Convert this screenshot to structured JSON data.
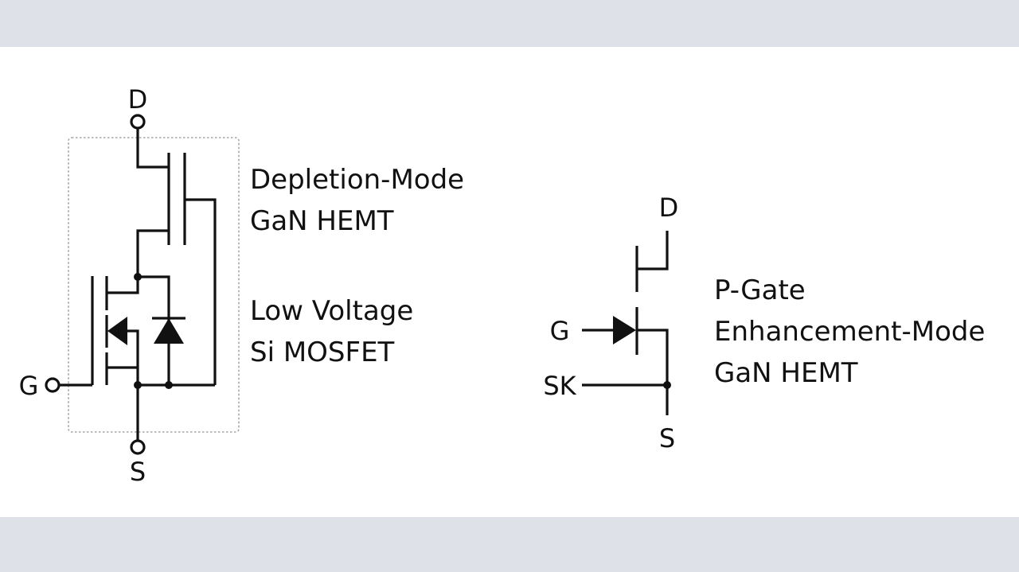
{
  "colors": {
    "band": "#dfe1e8",
    "canvas": "#ffffff",
    "stroke": "#111111",
    "dashed_box": "#a6a6a6"
  },
  "left_circuit": {
    "terminals": {
      "drain": "D",
      "gate": "G",
      "source": "S"
    },
    "labels": {
      "upper": [
        "Depletion-Mode",
        "GaN HEMT"
      ],
      "lower": [
        "Low Voltage",
        "Si MOSFET"
      ]
    }
  },
  "right_circuit": {
    "terminals": {
      "drain": "D",
      "gate": "G",
      "kelvin_source": "SK",
      "source": "S"
    },
    "labels": [
      "P-Gate",
      "Enhancement-Mode",
      "GaN HEMT"
    ]
  }
}
